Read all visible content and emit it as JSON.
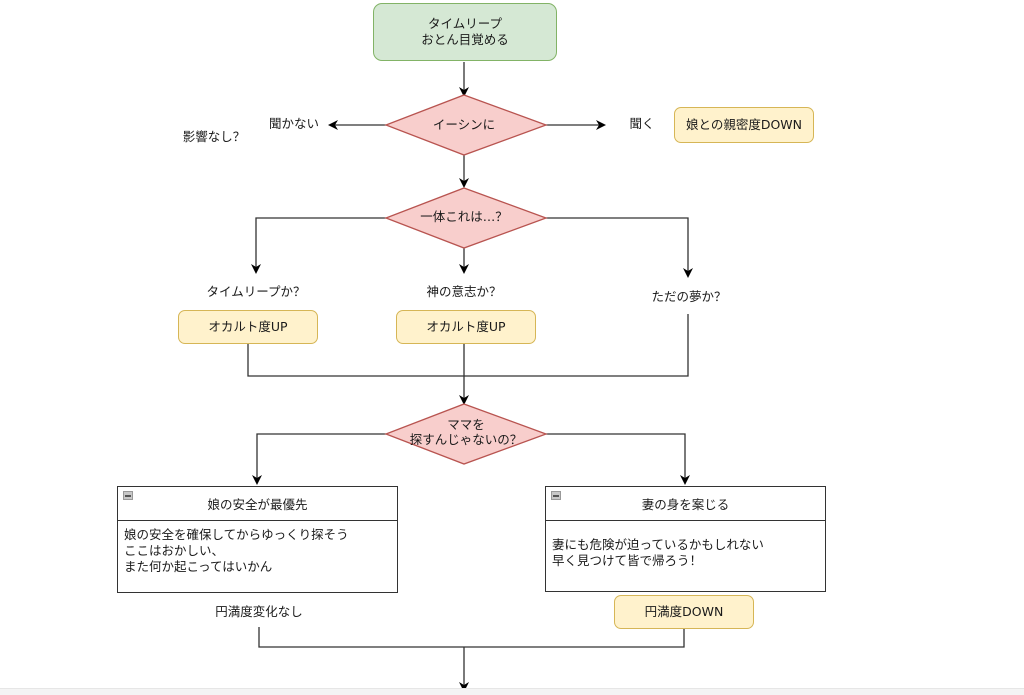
{
  "colors": {
    "start_fill": "#d5e8d4",
    "start_stroke": "#82b366",
    "decision_fill": "#f8cecc",
    "decision_stroke": "#b85450",
    "process_fill": "#fff2cc",
    "process_stroke": "#d6b656",
    "edge": "#333333"
  },
  "start": {
    "line1": "タイムリープ",
    "line2": "おとん目覚める"
  },
  "decision1": {
    "label": "イーシンに",
    "left_label": "聞かない",
    "right_label": "聞く",
    "left_note": "影響なし？",
    "right_result": "娘との親密度DOWN"
  },
  "decision2": {
    "label": "一体これは…？",
    "branches": [
      {
        "label": "タイムリープか？",
        "result": "オカルト度UP"
      },
      {
        "label": "神の意志か？",
        "result": "オカルト度UP"
      },
      {
        "label": "ただの夢か？",
        "result": ""
      }
    ]
  },
  "decision3": {
    "line1": "ママを",
    "line2": "探すんじゃないの？"
  },
  "choice_left": {
    "title": "娘の安全が最優先",
    "body": "娘の安全を確保してからゆっくり探そう\nここはおかしい、\nまた何か起こってはいかん",
    "result": "円満度変化なし"
  },
  "choice_right": {
    "title": "妻の身を案じる",
    "body": "妻にも危険が迫っているかもしれない\n早く見つけて皆で帰ろう！",
    "result": "円満度DOWN"
  }
}
